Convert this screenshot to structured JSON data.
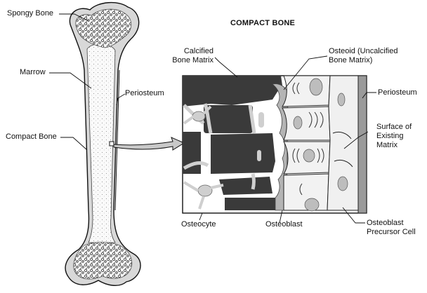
{
  "diagram": {
    "title": "COMPACT BONE",
    "labels": {
      "spongy_bone": "Spongy Bone",
      "marrow": "Marrow",
      "compact_bone": "Compact Bone",
      "periosteum_left": "Periosteum",
      "calcified_matrix_line1": "Calcified",
      "calcified_matrix_line2": "Bone Matrix",
      "osteoid_line1": "Osteoid (Uncalcified",
      "osteoid_line2": "Bone Matrix)",
      "periosteum_right": "Periosteum",
      "surface_line1": "Surface of",
      "surface_line2": "Existing",
      "surface_line3": "Matrix",
      "osteocyte": "Osteocyte",
      "osteoblast": "Osteoblast",
      "precursor_line1": "Osteoblast",
      "precursor_line2": "Precursor Cell"
    }
  }
}
